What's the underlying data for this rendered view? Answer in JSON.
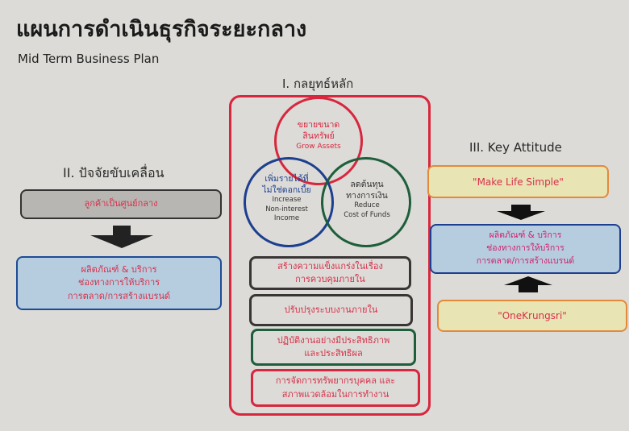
{
  "title": "แผนการดำเนินธุรกิจระยะกลาง",
  "subtitle": "Mid Term Business Plan",
  "core": {
    "heading": "I. กลยุทธ์หลัก",
    "circles": [
      {
        "th1": "ขยายขนาด",
        "th2": "สินทรัพย์",
        "en": "Grow Assets"
      },
      {
        "th1": "เพิ่มรายได้ที่",
        "th2": "ไม่ใช่ดอกเบี้ย",
        "en1": "Increase",
        "en2": "Non-interest",
        "en3": "Income"
      },
      {
        "th1": "ลดต้นทุน",
        "th2": "ทางการเงิน",
        "en1": "Reduce",
        "en2": "Cost of Funds"
      }
    ],
    "boxes": [
      {
        "l1": "สร้างความแข็งแกร่งในเรื่อง",
        "l2": "การควบคุมภายใน"
      },
      {
        "l1": "ปรับปรุงระบบงานภายใน",
        "l2": ""
      },
      {
        "l1": "ปฏิบัติงานอย่างมีประสิทธิภาพ",
        "l2": "และประสิทธิผล"
      },
      {
        "l1": "การจัดการทรัพยากรบุคคล และ",
        "l2": "สภาพแวดล้อมในการทำงาน"
      }
    ]
  },
  "drivers": {
    "heading": "II. ปัจจัยขับเคลื่อน",
    "top": "ลูกค้าเป็นศูนย์กลาง",
    "bottom": {
      "l1": "ผลิตภัณฑ์ & บริการ",
      "l2": "ช่องทางการให้บริการ",
      "l3": "การตลาด/การสร้างแบรนด์"
    }
  },
  "attitude": {
    "heading": "III. Key Attitude",
    "top": "\"Make Life Simple\"",
    "middle": {
      "l1": "ผลิตภัณฑ์ & บริการ",
      "l2": "ช่องทางการให้บริการ",
      "l3": "การตลาด/การสร้างแบรนด์"
    },
    "bottom": "\"OneKrungsri\""
  }
}
